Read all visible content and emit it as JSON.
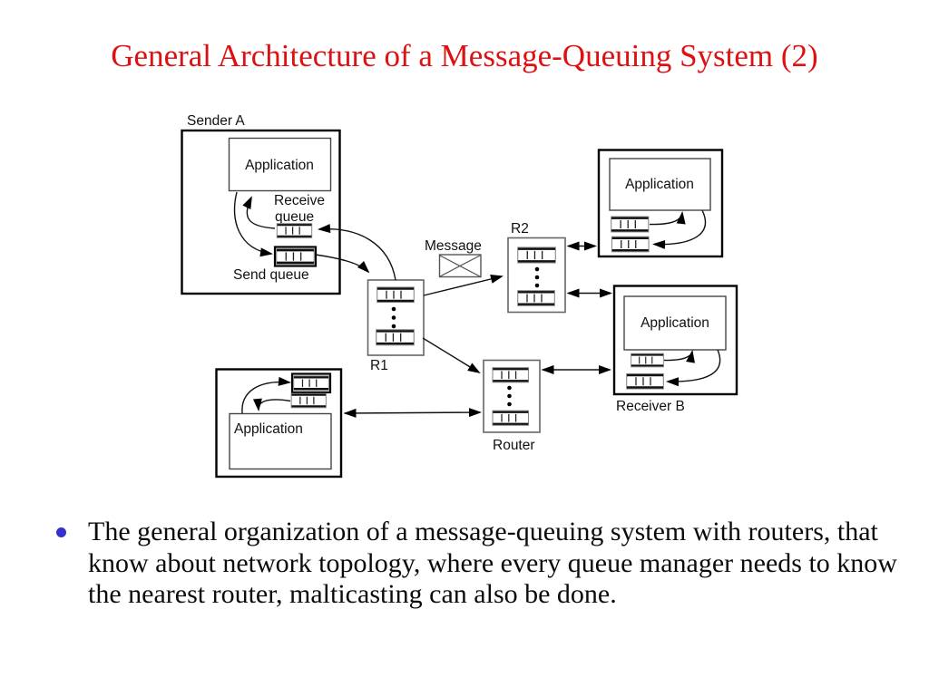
{
  "slide": {
    "title": "General Architecture of a Message-Queuing System (2)",
    "bullet_text": "The general organization of a message-queuing system with routers, that know about network topology, where every queue manager needs to know the nearest router, malticasting can also be done."
  },
  "colors": {
    "title_color": "#dd1111",
    "bullet_color": "#3333cc",
    "diagram_ink": "#111111",
    "background": "#ffffff"
  },
  "diagram": {
    "labels": {
      "sender_a": "Sender A",
      "application": "Application",
      "receive_queue_line1": "Receive",
      "receive_queue_line2": "queue",
      "send_queue": "Send queue",
      "message": "Message",
      "r1": "R1",
      "r2": "R2",
      "router": "Router",
      "receiver_b": "Receiver B"
    },
    "icons": {
      "message": "envelope-icon",
      "queue": "queue-icon",
      "queue_gap": "vertical-ellipsis-dots"
    }
  }
}
